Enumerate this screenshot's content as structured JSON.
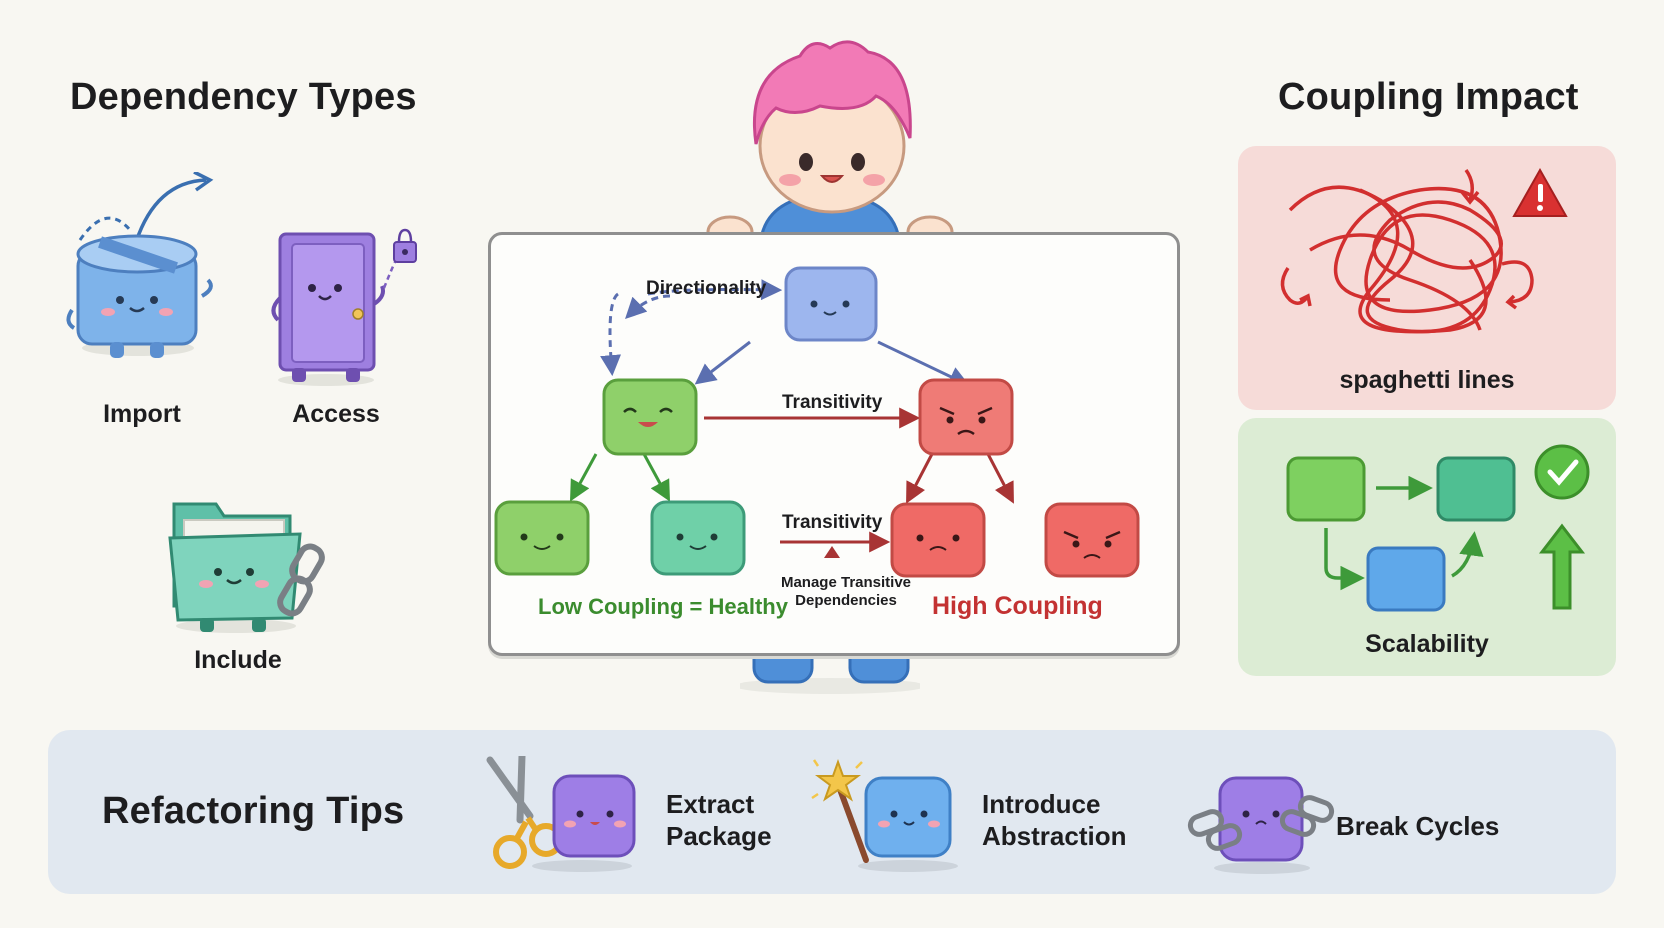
{
  "dependency_types": {
    "title": "Dependency Types",
    "items": [
      {
        "label": "Import",
        "icon": "package-box-icon"
      },
      {
        "label": "Access",
        "icon": "door-lock-icon"
      },
      {
        "label": "Include",
        "icon": "folder-chain-icon"
      }
    ]
  },
  "coupling_diagram": {
    "directionality_label": "Directionality",
    "transitivity_top_label": "Transitivity",
    "transitivity_bottom_label": "Transitivity",
    "manage_label_line1": "Manage Transitive",
    "manage_label_line2": "Dependencies",
    "low_coupling_label": "Low Coupling = Healthy",
    "high_coupling_label": "High Coupling"
  },
  "coupling_impact": {
    "title": "Coupling Impact",
    "bad": {
      "label": "spaghetti lines",
      "icon": "warning-icon"
    },
    "good": {
      "label": "Scalability",
      "icon": "checkmark-icon"
    }
  },
  "refactoring_tips": {
    "title": "Refactoring Tips",
    "items": [
      {
        "line1": "Extract",
        "line2": "Package",
        "icon": "scissors-icon"
      },
      {
        "line1": "Introduce",
        "line2": "Abstraction",
        "icon": "magic-wand-icon"
      },
      {
        "line1": "Break Cycles",
        "icon": "broken-chain-icon"
      }
    ]
  },
  "colors": {
    "low_coupling": "#3b8c2e",
    "high_coupling": "#c33232",
    "arrow_blue": "#5b6fb0",
    "arrow_red": "#a83434",
    "arrow_green": "#3e9a3a"
  }
}
